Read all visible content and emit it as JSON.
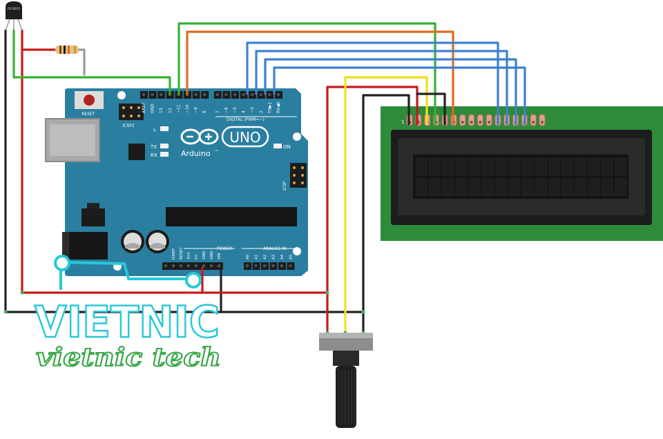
{
  "sensor": {
    "marking": "DS18B20"
  },
  "board": {
    "reset_label": "RESET",
    "icsp2_label": "ICSP2",
    "icsp_label": "ICSP",
    "brand": "Arduino",
    "brand_tm": "TM",
    "model": "UNO",
    "on_label": "ON",
    "led_l": "L",
    "led_tx": "TX",
    "led_rx": "RX",
    "digital_label": "DIGITAL (PWM=~)",
    "power_label": "POWER",
    "analog_label": "ANALOG IN",
    "top_pins": [
      "AREF",
      "GND",
      "13",
      "12",
      "~11",
      "~10",
      "~9",
      "8",
      "7",
      "~6",
      "~5",
      "4",
      "~3",
      "2",
      "TX▶1",
      "RX◀0"
    ],
    "power_pins": [
      "IOREF",
      "RESET",
      "3V3",
      "5V",
      "GND",
      "GND",
      "VIN"
    ],
    "analog_pins": [
      "A0",
      "A1",
      "A2",
      "A3",
      "A4",
      "A5"
    ]
  },
  "lcd": {
    "pin1_label": "1"
  },
  "watermark": {
    "brand": "VIETNIC",
    "tagline": "vietnic tech"
  },
  "colors": {
    "board": "#2a7fa1",
    "lcd_pcb": "#2e8b3a",
    "wire_red": "#c41a1a",
    "wire_black": "#222222",
    "wire_green": "#35b233",
    "wire_orange": "#e06b1d",
    "wire_blue": "#3f80d0",
    "wire_yellow": "#f2e01c",
    "wire_gray": "#9a9a9a",
    "logo_cyan": "#28c8d8",
    "logo_green": "#3aa84a"
  }
}
